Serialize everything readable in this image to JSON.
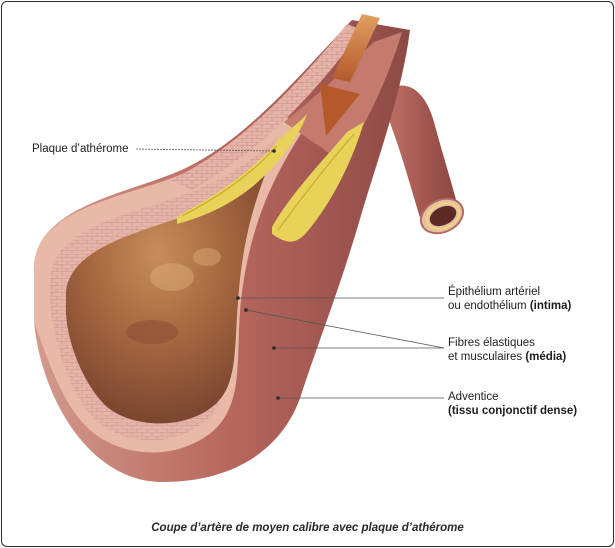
{
  "labels": {
    "plaque": "Plaque d’athérome",
    "intima_line1": "Épithélium artériel",
    "intima_line2_prefix": "ou endothélium ",
    "intima_line2_bold": "(intima)",
    "media_line1": "Fibres élastiques",
    "media_line2_prefix": "et musculaires ",
    "media_line2_bold": "(média)",
    "adventice_line1": "Adventice",
    "adventice_line2_bold": "(tissu conjonctif dense)"
  },
  "caption": "Coupe d’artère de moyen calibre avec plaque d’athérome",
  "colors": {
    "outer_wall": "#b9685f",
    "wall_edge": "#e7b5a3",
    "lumen": "#9b5a3e",
    "plaque": "#e8d25a",
    "arrow": "#c8743a",
    "leader_lines": "#555555"
  }
}
